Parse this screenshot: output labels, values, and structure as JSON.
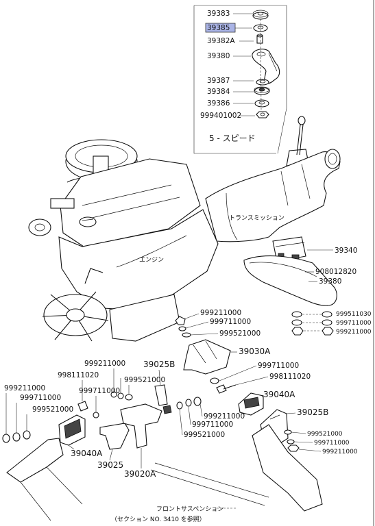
{
  "callout_box": {
    "parts": [
      "39383",
      "39385",
      "39382A",
      "39380",
      "39387",
      "39384",
      "39386",
      "999401002"
    ],
    "highlighted": "39385",
    "highlight_color": "#aab4e6",
    "caption": "5 - スピード"
  },
  "labels": {
    "transmission": "トランスミッション",
    "engine": "エンジン",
    "front_suspension": "フロントサスペンション",
    "section_ref": "（セクション NO. 3410 を参照）"
  },
  "right_parts": {
    "p39340": "39340",
    "p908012820": "908012820",
    "p39380": "39380",
    "p999511030": "999511030",
    "p999711000": "999711000",
    "p999211000": "999211000"
  },
  "center_parts": {
    "p999211000": "999211000",
    "p999711000": "999711000",
    "p999521000": "999521000",
    "p39030A": "39030A",
    "p999711000b": "999711000",
    "p998111020": "998111020",
    "p39040A": "39040A",
    "p39025B": "39025B",
    "p999211000b": "999211000",
    "p999711000c": "999711000",
    "p999521000b": "999521000",
    "p999521000c": "999521000",
    "p999711000d": "999711000",
    "p999211000c": "999211000"
  },
  "left_parts": {
    "p999211000": "999211000",
    "p998111020": "998111020",
    "p999711000": "999711000",
    "p999521000": "999521000",
    "p39025B": "39025B",
    "p999211000b": "999211000",
    "p999711000b": "999711000",
    "p999521000b": "999521000",
    "p39040A": "39040A",
    "p39025": "39025",
    "p39020A": "39020A"
  }
}
